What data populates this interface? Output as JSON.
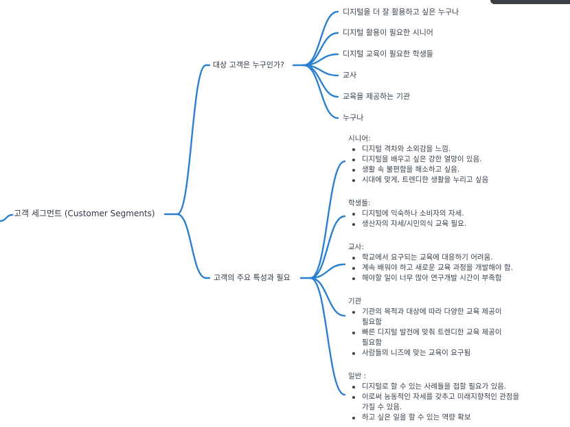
{
  "colors": {
    "link": "#2b7fcf",
    "text": "#333a44"
  },
  "root": {
    "label": "고객 세그먼트 (Customer Segments)"
  },
  "branches": [
    {
      "label": "대상 고객은 누구인가?",
      "children": [
        "디지털을 더 잘 활용하고 싶은 누구나",
        "디지털 활용이 필요한 시니어",
        "디지털 교육이 필요한 학생들",
        "교사",
        "교육을 제공하는 기관",
        "누구나"
      ]
    },
    {
      "label": "고객의 주요 특성과 필요",
      "groups": [
        {
          "heading": "시니어:",
          "items": [
            [
              "디지털 격차와 소외감을 느낌."
            ],
            [
              "디지털을 배우고 싶은  강한 열망이 있음."
            ],
            [
              " 생활 속 불편함을 해소하고 싶음."
            ],
            [
              "시대에 맞게, 트렌디한 생활을 누리고 싶음"
            ]
          ]
        },
        {
          "heading": "학생들:",
          "items": [
            [
              "디지털에 익숙하나 소비자의 자세."
            ],
            [
              "생산자의 자세/시민의식 교육 필요."
            ]
          ]
        },
        {
          "heading": "교사:",
          "items": [
            [
              "학교에서 요구되는 교육에 대응하기 어려움."
            ],
            [
              "계속 배워야 하고 새로운 교육 과정을 개발해야 함."
            ],
            [
              " 해야할 일이  너무 많아 연구개발 시간이 부족함"
            ]
          ]
        },
        {
          "heading": "기관",
          "items": [
            [
              "기관의 목적과 대상에 따라 다양한 교육 제공이",
              "필요함"
            ],
            [
              "빠른 디지털 발전에 맞춰 트렌디한 교육 제공이",
              "필요함"
            ],
            [
              "사람들의 니즈에 맞는 교육이 요구됨"
            ]
          ]
        },
        {
          "heading": "일반 :",
          "items": [
            [
              "디지털로 할 수 있는 사례들을 접할 필요가 있음."
            ],
            [
              "이로써 능동적인 자세를 갖추고 미래지향적인 관점을",
              "가질  수 있음."
            ],
            [
              "하고 싶은 일을 할 수 있는 역량 확보"
            ]
          ]
        }
      ]
    }
  ]
}
